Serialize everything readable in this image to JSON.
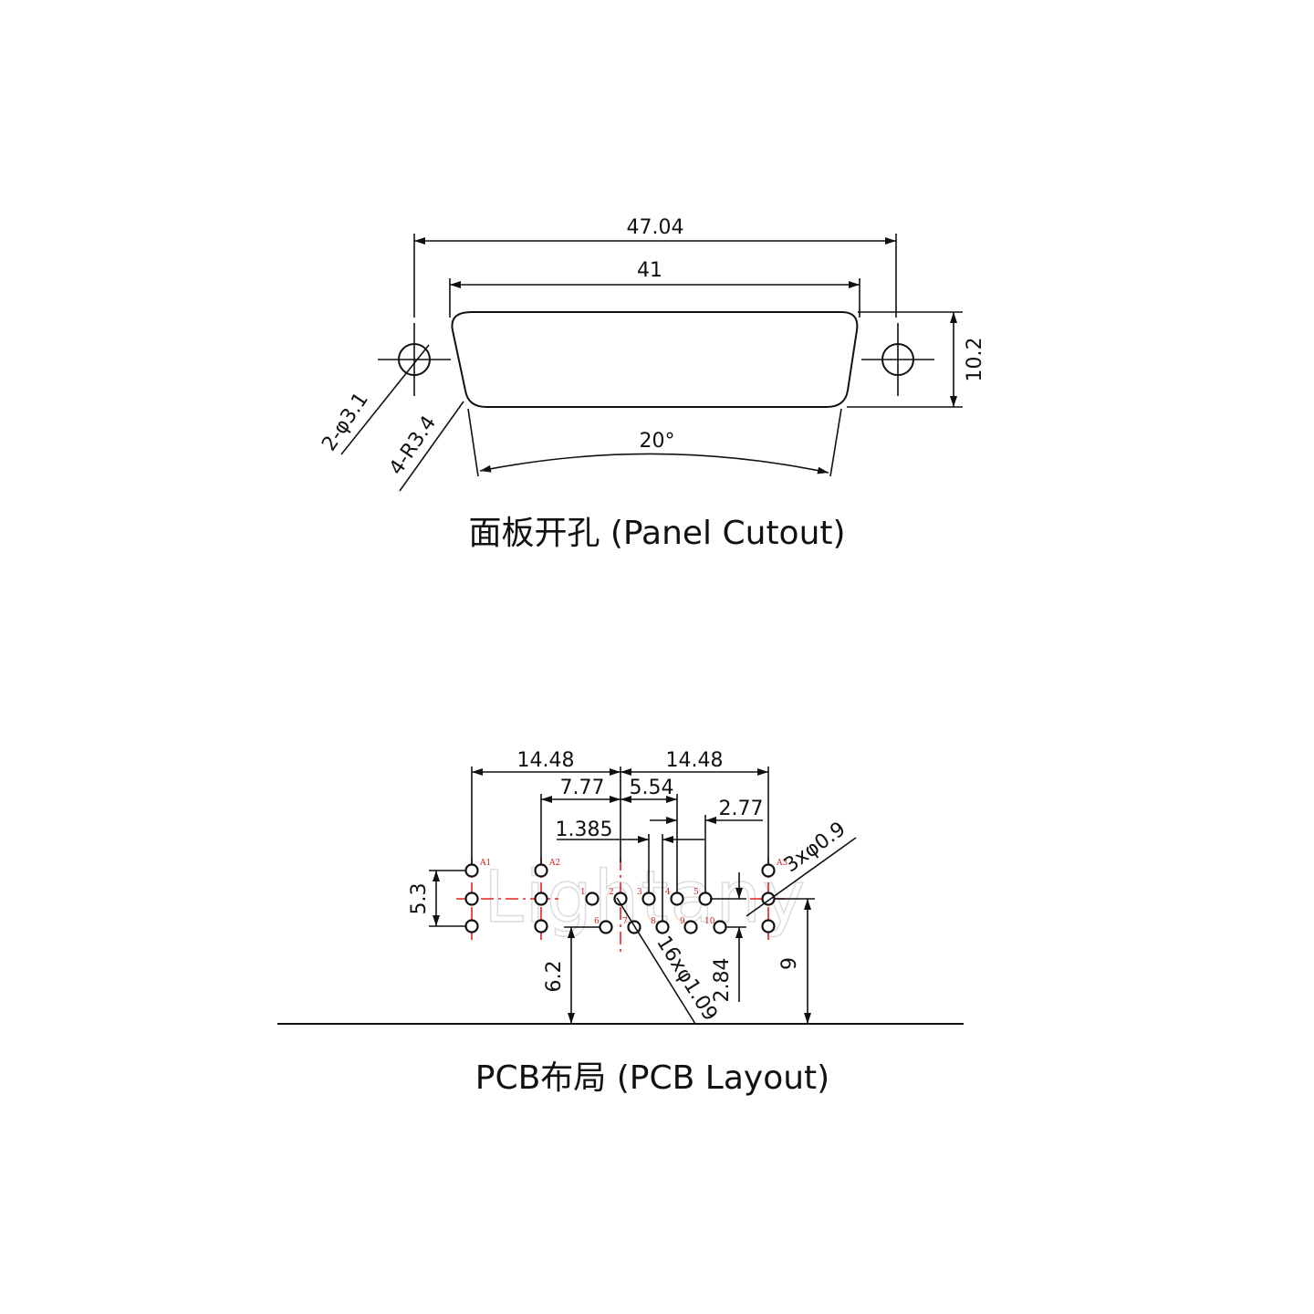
{
  "panel": {
    "dim_overall": "47.04",
    "dim_cutout": "41",
    "dim_height": "10.2",
    "dim_angle": "20°",
    "dim_holes": "2-φ3.1",
    "dim_radius": "4-R3.4",
    "caption": "面板开孔 (Panel Cutout)"
  },
  "pcb": {
    "dim_left_span": "14.48",
    "dim_right_span": "14.48",
    "dim_7_77": "7.77",
    "dim_5_54": "5.54",
    "dim_2_77": "2.77",
    "dim_1_385": "1.385",
    "dim_5_3": "5.3",
    "dim_6_2": "6.2",
    "dim_2_84": "2.84",
    "dim_9": "9",
    "dim_big_holes": "3xφ0.9",
    "dim_small_holes": "16xφ1.09",
    "labels": {
      "a1": "A1",
      "a2": "A2",
      "a3": "A3",
      "p1": "1",
      "p2": "2",
      "p3": "3",
      "p4": "4",
      "p5": "5",
      "p6": "6",
      "p7": "7",
      "p8": "8",
      "p9": "9",
      "p10": "10"
    },
    "watermark": "Lightany",
    "caption": "PCB布局 (PCB Layout)"
  },
  "colors": {
    "line": "#111111",
    "center_line": "#e8201e",
    "pin_label": "#d02020",
    "watermark": "#dcdcdc"
  }
}
